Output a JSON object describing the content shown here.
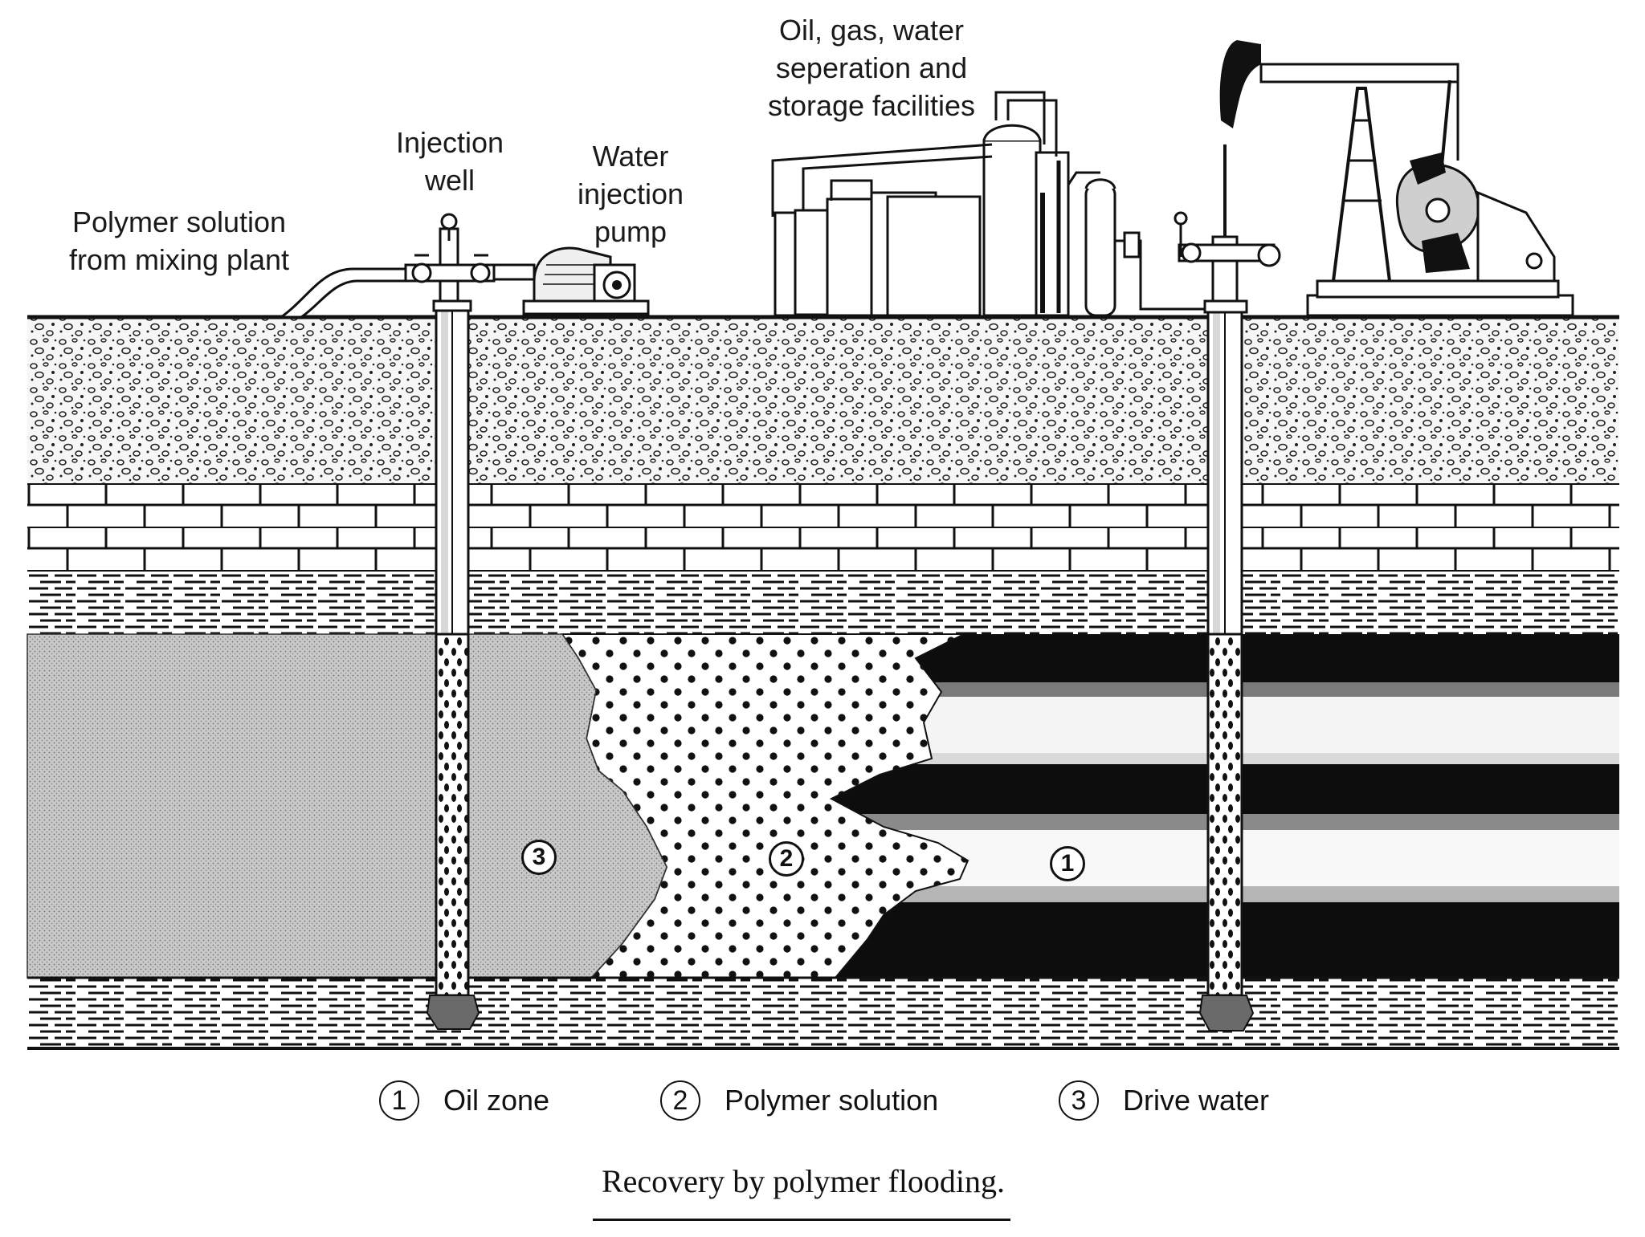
{
  "labels": {
    "polymer_solution": "Polymer solution\nfrom mixing plant",
    "injection_well": "Injection\nwell",
    "water_injection_pump": "Water\ninjection\npump",
    "facilities": "Oil, gas, water\nseperation and\nstorage facilities"
  },
  "zone_markers": {
    "oil": "1",
    "polymer": "2",
    "water": "3"
  },
  "legend": [
    {
      "number": "1",
      "text": "Oil zone"
    },
    {
      "number": "2",
      "text": "Polymer solution"
    },
    {
      "number": "3",
      "text": "Drive water"
    }
  ],
  "caption": "Recovery by polymer flooding."
}
